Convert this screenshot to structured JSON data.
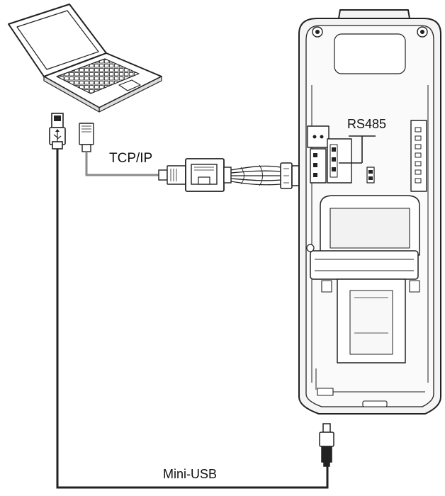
{
  "labels": {
    "tcp_ip": "TCP/IP",
    "rs485": "RS485",
    "mini_usb": "Mini-USB"
  },
  "colors": {
    "line": "#222222",
    "cable_gray": "#8a8a8a",
    "device_fill": "#f4f4f4"
  }
}
